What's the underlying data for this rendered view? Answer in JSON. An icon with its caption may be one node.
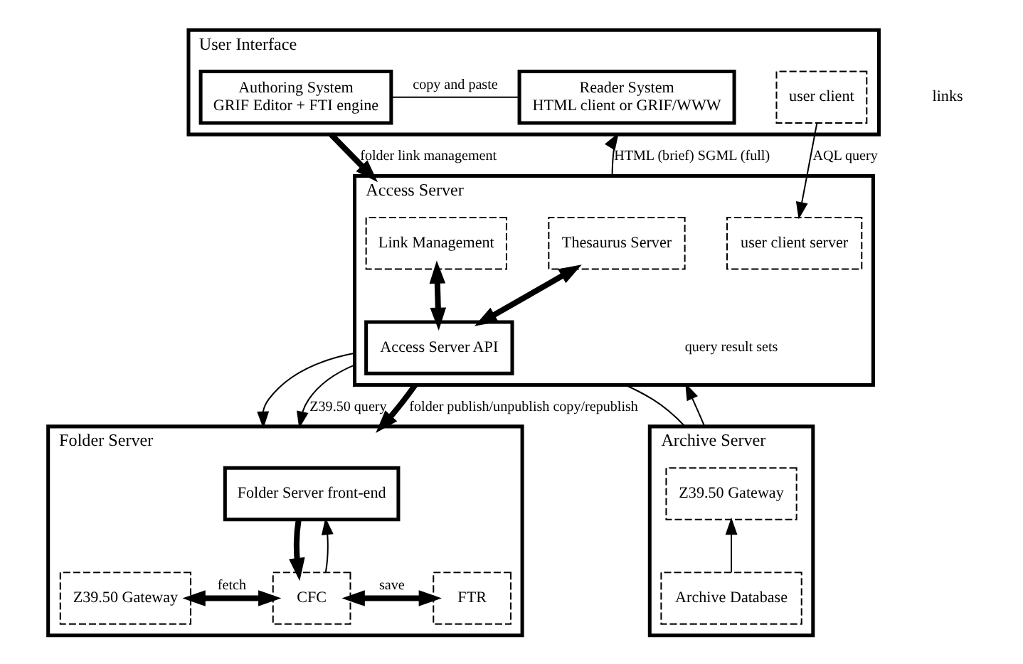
{
  "diagram": {
    "nodes": [
      {
        "text": [
          "User Interface"
        ]
      },
      {
        "text": [
          "Reader System",
          "HTML client or GRIF/WWW"
        ],
        "in": 0
      },
      {
        "text": [
          "Authoring System",
          "GRIF Editor + FTI engine"
        ],
        "in": 0
      },
      {
        "text": [
          "user client"
        ],
        "in": 0
      },
      {
        "text": [
          "Access Server"
        ]
      },
      {
        "text": [
          "Thesaurus Server"
        ],
        "in": 4
      },
      {
        "text": [
          "user client server"
        ],
        "in": 4
      },
      {
        "text": [
          "Link Management"
        ],
        "in": 4
      },
      {
        "text": [
          "Access Server API"
        ],
        "in": 4
      },
      {
        "text": [
          "Archive Server"
        ]
      },
      {
        "text": [
          "Z39.50 Gateway"
        ],
        "in": 9
      },
      {
        "text": [
          "Archive Database"
        ],
        "in": 9
      },
      {
        "text": [
          "Folder Server"
        ]
      },
      {
        "text": [
          "Folder Server front-end"
        ],
        "in": 12
      },
      {
        "text": [
          "Z39.50 Gateway"
        ],
        "in": 12
      },
      {
        "text": [
          "CFC"
        ],
        "in": 12
      },
      {
        "text": [
          "FTR"
        ],
        "in": 12
      }
    ],
    "edges": [
      {
        "from": 1,
        "to": 2,
        "arrow": "none",
        "label": "copy and paste"
      },
      {
        "from": 4,
        "to": 0,
        "arrow": "to",
        "label": "HTML (brief) SGML (full)"
      },
      {
        "from": 3,
        "to": 6,
        "arrow": "to",
        "label": "AQL query"
      },
      {
        "from": 0,
        "to": 4,
        "arrow": "to",
        "label": "folder link management",
        "style": "thick"
      },
      {
        "from": 5,
        "to": 8,
        "arrow": "both",
        "style": "thick"
      },
      {
        "from": 8,
        "to": 7,
        "arrow": "both",
        "style": "thick"
      },
      {
        "from": 9,
        "to": 4,
        "arrow": "to",
        "label": "query result sets"
      },
      {
        "from": 4,
        "to": 12,
        "arrow": "to"
      },
      {
        "from": 4,
        "to": 9,
        "arrow": "none"
      },
      {
        "from": 4,
        "to": 12,
        "arrow": "to",
        "label": "Z39.50 query"
      },
      {
        "from": 4,
        "to": 12,
        "arrow": "to",
        "label": "folder publish/unpublish copy/republish",
        "style": "thick"
      },
      {
        "from": 11,
        "to": 10,
        "arrow": "to"
      },
      {
        "from": 15,
        "to": 13,
        "arrow": "to"
      },
      {
        "from": 13,
        "to": 15,
        "arrow": "to",
        "style": "thick"
      },
      {
        "from": 14,
        "to": 15,
        "arrow": "both",
        "label": "fetch",
        "style": "thick"
      },
      {
        "from": 15,
        "to": 16,
        "arrow": "both",
        "label": "save",
        "style": "thick"
      }
    ],
    "labels": [
      "links"
    ]
  }
}
